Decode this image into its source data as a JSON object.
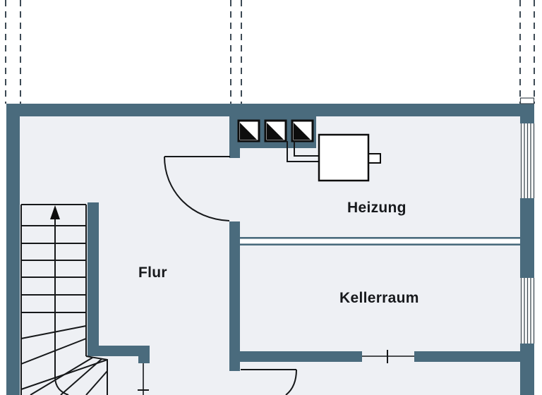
{
  "floor_plan": {
    "rooms": [
      {
        "id": "flur",
        "label": "Flur"
      },
      {
        "id": "heizung",
        "label": "Heizung"
      },
      {
        "id": "kellerraum",
        "label": "Kellerraum"
      }
    ],
    "symbols": [
      {
        "name": "staircase-up-arrow-icon"
      },
      {
        "name": "chimney-flue-icon"
      },
      {
        "name": "boiler-icon"
      },
      {
        "name": "door-swing-icon"
      },
      {
        "name": "window-icon"
      },
      {
        "name": "upper-floor-outline-dashed"
      }
    ],
    "colors": {
      "wall": "#4a6b7d",
      "room_fill": "#eef0f4",
      "line": "#16181a",
      "dashed_line": "#3d4a55",
      "background": "#ffffff"
    }
  }
}
